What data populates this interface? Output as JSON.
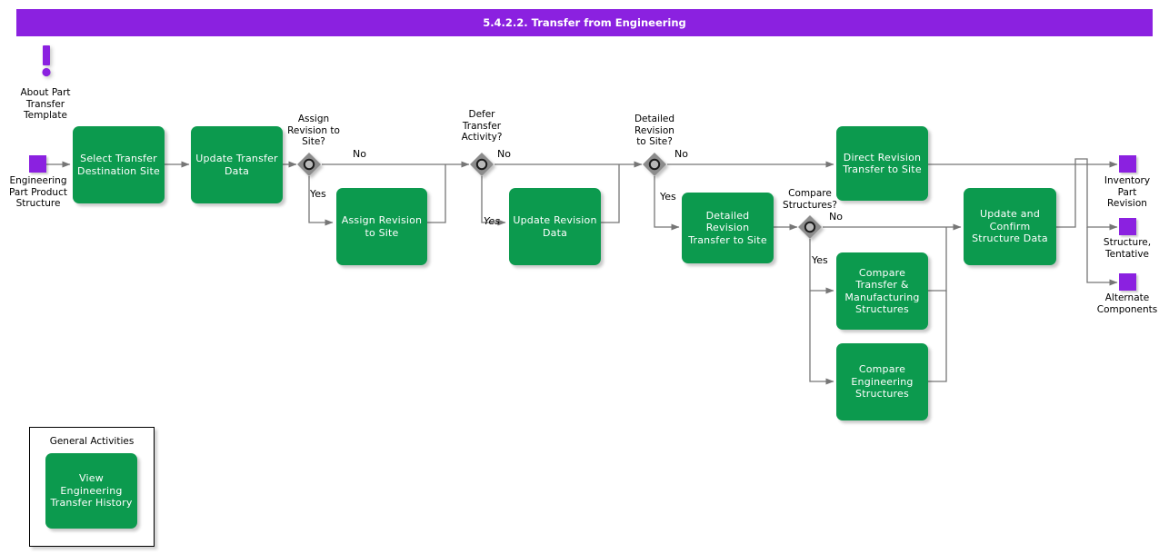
{
  "header": {
    "title": "5.4.2.2. Transfer from Engineering",
    "bar_color": "#8B21E0",
    "text_color": "#ffffff"
  },
  "palette": {
    "activity_green": "#0C9A4E",
    "object_purple": "#8B21E0",
    "decision_gray": "#8C8C8C",
    "line_gray": "#767676",
    "background": "#ffffff"
  },
  "note": {
    "icon": "exclamation-mark-icon",
    "label": "About Part\nTransfer\nTemplate"
  },
  "objects": [
    {
      "id": "eng-part-product-structure",
      "label": "Engineering\nPart Product\nStructure",
      "role": "input"
    },
    {
      "id": "inventory-part-revision",
      "label": "Inventory\nPart\nRevision",
      "role": "output"
    },
    {
      "id": "structure-tentative",
      "label": "Structure,\nTentative",
      "role": "output"
    },
    {
      "id": "alternate-components",
      "label": "Alternate\nComponents",
      "role": "output"
    }
  ],
  "activities": [
    {
      "id": "select-transfer-destination-site",
      "label": "Select Transfer\nDestination Site"
    },
    {
      "id": "update-transfer-data",
      "label": "Update Transfer\nData"
    },
    {
      "id": "assign-revision-to-site",
      "label": "Assign Revision\nto Site"
    },
    {
      "id": "update-revision-data",
      "label": "Update Revision\nData"
    },
    {
      "id": "detailed-revision-transfer-to-site",
      "label": "Detailed\nRevision\nTransfer to Site"
    },
    {
      "id": "direct-revision-transfer-to-site",
      "label": "Direct Revision\nTransfer to Site"
    },
    {
      "id": "compare-transfer-manufacturing-structures",
      "label": "Compare\nTransfer &\nManufacturing\nStructures"
    },
    {
      "id": "compare-engineering-structures",
      "label": "Compare\nEngineering\nStructures"
    },
    {
      "id": "update-and-confirm-structure-data",
      "label": "Update and\nConfirm\nStructure Data"
    },
    {
      "id": "view-engineering-transfer-history",
      "label": "View\nEngineering\nTransfer History"
    }
  ],
  "decisions": [
    {
      "id": "assign-revision-to-site",
      "label": "Assign\nRevision to\nSite?",
      "yes_label": "Yes",
      "no_label": "No",
      "yes_italic": false
    },
    {
      "id": "defer-transfer-activity",
      "label": "Defer\nTransfer\nActivity?",
      "yes_label": "Yes",
      "no_label": "No",
      "yes_italic": true
    },
    {
      "id": "detailed-revision-to-site",
      "label": "Detailed\nRevision\nto Site?",
      "yes_label": "Yes",
      "no_label": "No",
      "yes_italic": false
    },
    {
      "id": "compare-structures",
      "label": "Compare\nStructures?",
      "yes_label": "Yes",
      "no_label": "No",
      "yes_italic": false
    }
  ],
  "panel": {
    "title": "General Activities",
    "activity_label": "View\nEngineering\nTransfer History"
  }
}
